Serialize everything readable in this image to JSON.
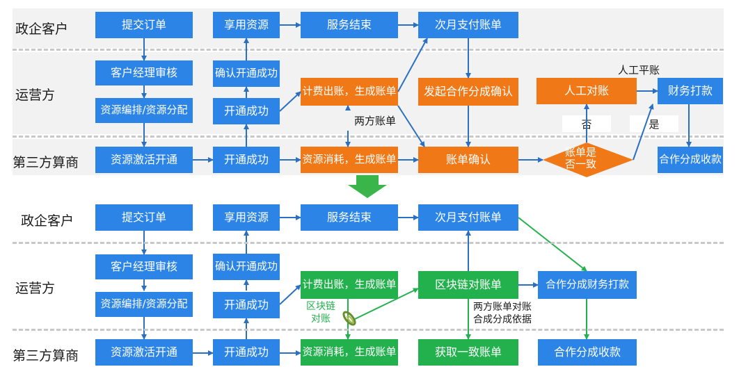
{
  "top": {
    "lanes": [
      "政企客户",
      "运营方",
      "第三方算商"
    ],
    "customer": {
      "submit_order": "提交订单",
      "enjoy_resource": "享用资源",
      "service_end": "服务结束",
      "next_month_bill": "次月支付账单"
    },
    "operator": {
      "manager_review": "客户经理审核",
      "resource_allocate": "资源编排/资源分配",
      "confirm_success": "确认开通成功",
      "open_success": "开通成功",
      "billing": "计费出账，生成账单",
      "initiate_confirm": "发起合作分成确认",
      "manual_reconcile": "人工对账",
      "finance_pay": "财务打款",
      "manual_flat_label": "人工平账",
      "two_party_label": "两方账单",
      "no_label": "否",
      "yes_label": "是"
    },
    "provider": {
      "activate": "资源激活开通",
      "open_success": "开通成功",
      "consume": "资源消耗，生成账单",
      "bill_confirm": "账单确认",
      "consistent_line1": "账单是",
      "consistent_line2": "否一致",
      "share_receive": "合作分成收款"
    }
  },
  "bottom": {
    "lanes": [
      "政企客户",
      "运营方",
      "第三方算商"
    ],
    "customer": {
      "submit_order": "提交订单",
      "enjoy_resource": "享用资源",
      "service_end": "服务结束",
      "next_month_bill": "次月支付账单"
    },
    "operator": {
      "manager_review": "客户经理审核",
      "resource_allocate": "资源编排/资源分配",
      "confirm_success": "确认开通成功",
      "open_success": "开通成功",
      "billing": "计费出账，生成账单",
      "blockchain_reconcile": "区块链对账单",
      "share_finance_pay": "合作分成财务打款",
      "chain_label_line1": "区块链",
      "chain_label_line2": "对账",
      "two_party_line1": "两方账单对账",
      "two_party_line2": "合成分成依据"
    },
    "provider": {
      "activate": "资源激活开通",
      "open_success": "开通成功",
      "consume": "资源消耗，生成账单",
      "get_consistent": "获取一致账单",
      "share_receive": "合作分成收款"
    }
  },
  "colors": {
    "blue": "#2b84e6",
    "orange": "#f07817",
    "green": "#23b14d",
    "transition_arrow": "#3ab54a"
  },
  "icons": [
    "down-transition-arrow-icon",
    "paperclip-icon"
  ]
}
